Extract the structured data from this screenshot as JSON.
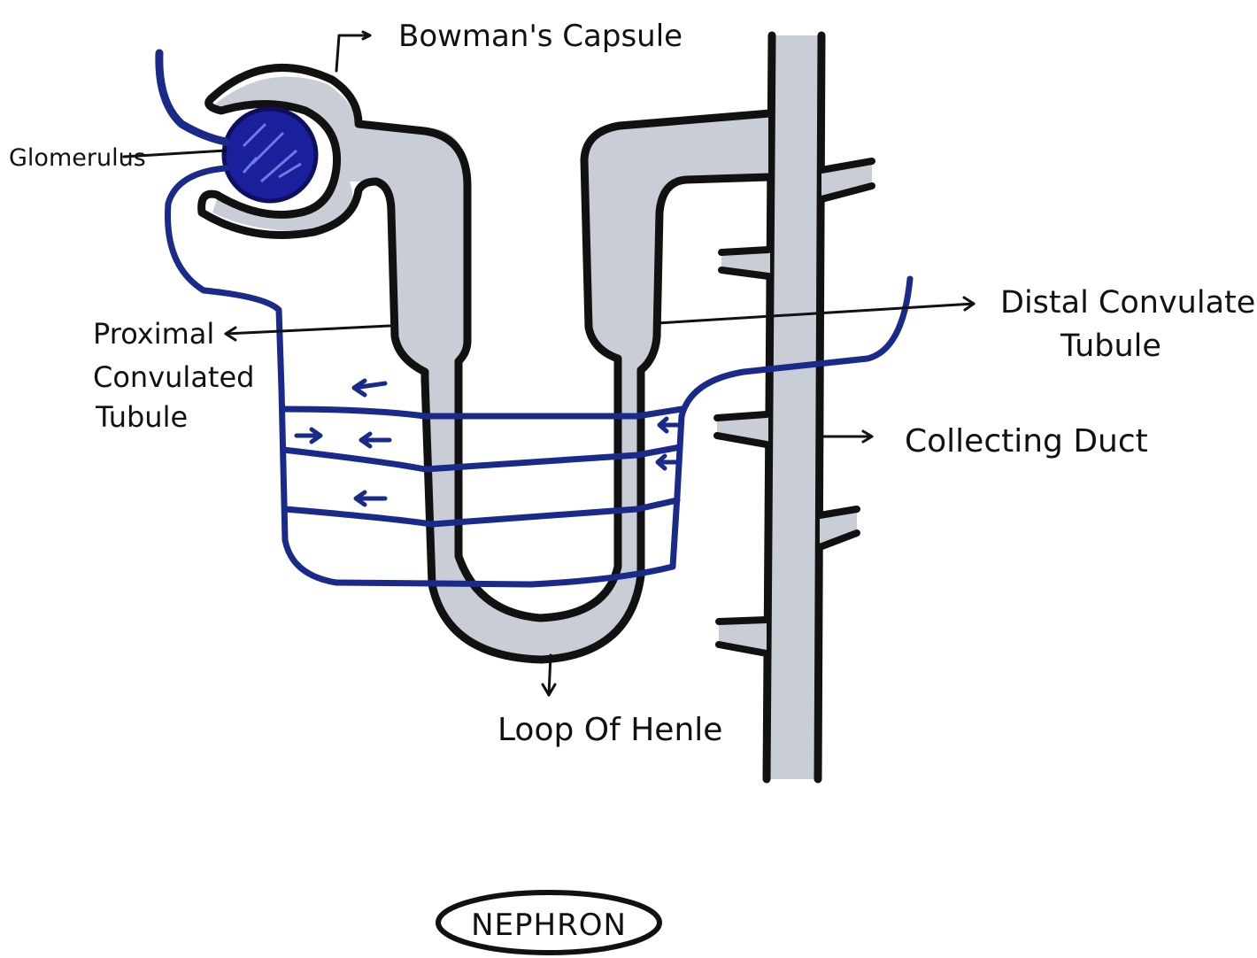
{
  "diagram": {
    "title": "NEPHRON",
    "labels": {
      "bowmans_capsule": "Bowman's Capsule",
      "glomerulus": "Glomerulus",
      "proximal_line1": "Proximal",
      "proximal_line2": "Convulated",
      "proximal_line3": "Tubule",
      "distal_line1": "Distal Convulated",
      "distal_line2": "Tubule",
      "collecting_duct": "Collecting Duct",
      "loop_of_henle": "Loop Of Henle"
    },
    "colors": {
      "ink": "#111111",
      "blood_vessel": "#1a2a8a",
      "tubule_fill": "#c9cdd6",
      "glomerulus_fill": "#1a1f9c",
      "background": "#ffffff"
    }
  }
}
